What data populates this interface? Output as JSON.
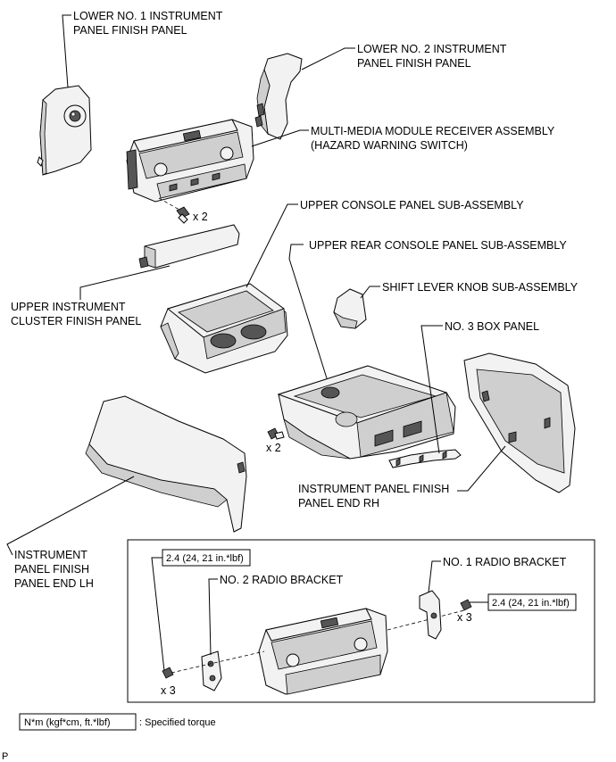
{
  "labels": {
    "lower_no1_l1": "LOWER NO. 1 INSTRUMENT",
    "lower_no1_l2": "PANEL FINISH PANEL",
    "lower_no2_l1": "LOWER NO. 2 INSTRUMENT",
    "lower_no2_l2": "PANEL FINISH PANEL",
    "mm_l1": "MULTI-MEDIA MODULE RECEIVER ASSEMBLY",
    "mm_l2": "(HAZARD WARNING SWITCH)",
    "upper_console": "UPPER CONSOLE PANEL SUB-ASSEMBLY",
    "upper_rear_console": "UPPER REAR CONSOLE PANEL SUB-ASSEMBLY",
    "shift_knob": "SHIFT LEVER KNOB SUB-ASSEMBLY",
    "no3_box": "NO. 3 BOX PANEL",
    "upper_cluster_l1": "UPPER INSTRUMENT",
    "upper_cluster_l2": "CLUSTER FINISH PANEL",
    "end_rh_l1": "INSTRUMENT PANEL FINISH",
    "end_rh_l2": "PANEL END RH",
    "end_lh_l1": "INSTRUMENT",
    "end_lh_l2": "PANEL FINISH",
    "end_lh_l3": "PANEL END LH",
    "no1_radio": "NO. 1 RADIO BRACKET",
    "no2_radio": "NO. 2 RADIO BRACKET"
  },
  "quantities": {
    "screw_mm": "x 2",
    "screw_console": "x 2",
    "bracket_left": "x 3",
    "bracket_right": "x 3"
  },
  "torque": {
    "left": "2.4 (24, 21 in.*lbf)",
    "right": "2.4 (24, 21 in.*lbf)"
  },
  "legend": {
    "unit": "N*m (kgf*cm, ft.*lbf)",
    "desc": ": Specified torque"
  },
  "corner_mark": "P"
}
